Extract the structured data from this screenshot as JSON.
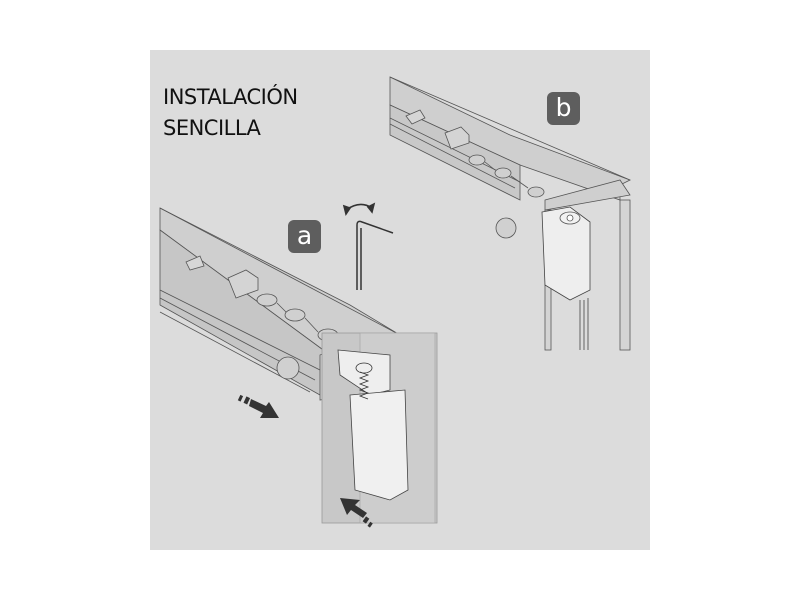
{
  "figure": {
    "title_lines": [
      "INSTALACIÓN",
      "SENCILLA"
    ],
    "step_labels": {
      "a": "a",
      "b": "b"
    },
    "colors": {
      "background": "#dcdcdc",
      "badge": "#5e5e5e",
      "badge_text": "#ffffff",
      "title_text": "#111111"
    },
    "icons": [
      "rotation-arrow-icon",
      "hex-key-icon",
      "slide-arrow-right-icon",
      "push-arrow-up-left-icon"
    ]
  }
}
